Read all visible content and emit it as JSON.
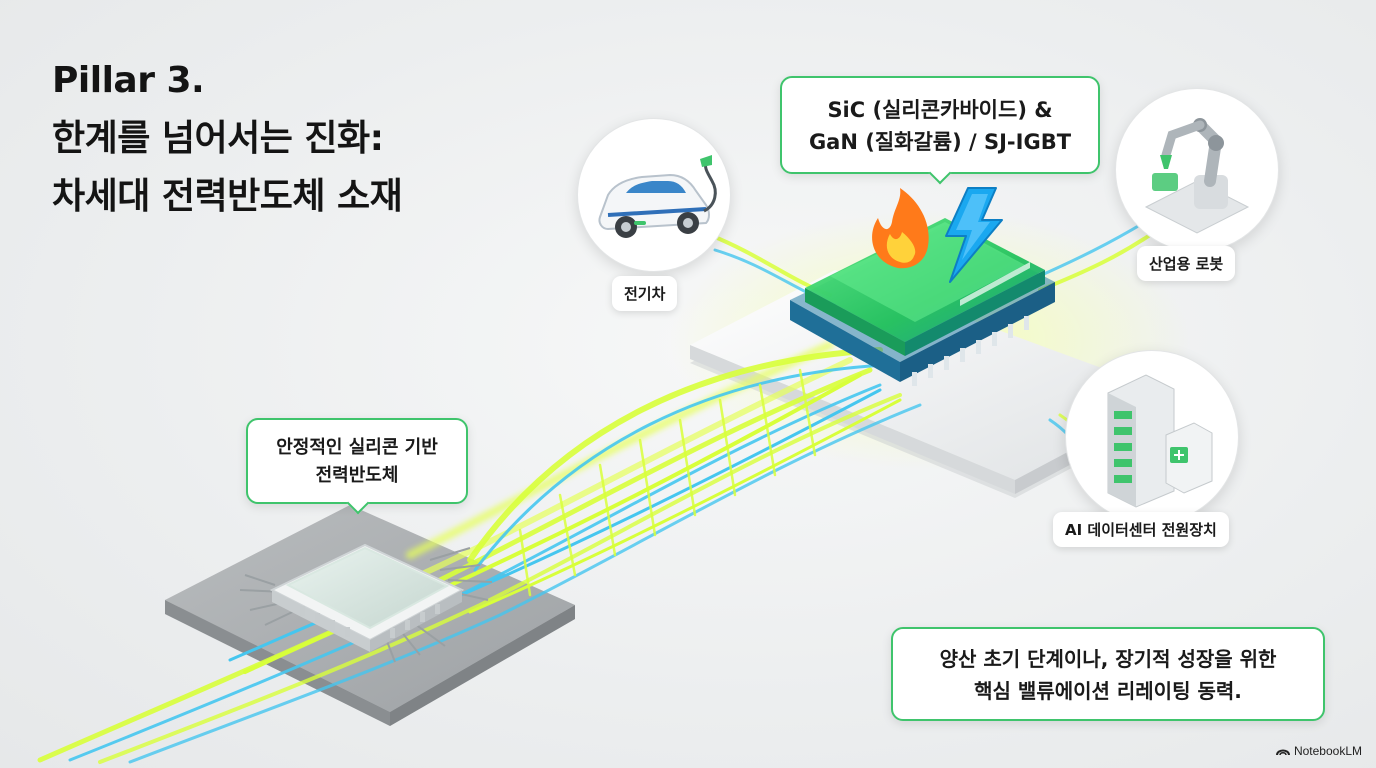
{
  "title_lines": [
    "Pillar 3.",
    "한계를 넘어서는 진화:",
    "차세대 전력반도체 소재"
  ],
  "callouts": {
    "sic_gan": [
      "SiC (실리콘카바이드) &",
      "GaN (질화갈륨) / SJ-IGBT"
    ],
    "silicon": [
      "안정적인 실리콘 기반",
      "전력반도체"
    ],
    "summary": [
      "양산 초기 단계이나, 장기적 성장을 위한",
      "핵심 밸류에이션 리레이팅 동력."
    ]
  },
  "applications": {
    "ev": "전기차",
    "robot": "산업용 로봇",
    "datacenter": "AI 데이터센터 전원장치"
  },
  "icons": {
    "flame": "flame-icon",
    "lightning": "lightning-icon",
    "car": "electric-car-icon",
    "robot": "robot-arm-icon",
    "server": "server-rack-icon"
  },
  "logo": "NotebookLM",
  "colors": {
    "accent_green": "#3fc46c",
    "neon_yellow": "#d8ff3a",
    "cyan_line": "#45c6ef",
    "chip_green": "#2fd06b",
    "bolt_blue": "#1aa8f0",
    "flame_orange": "#ff7a1a"
  }
}
